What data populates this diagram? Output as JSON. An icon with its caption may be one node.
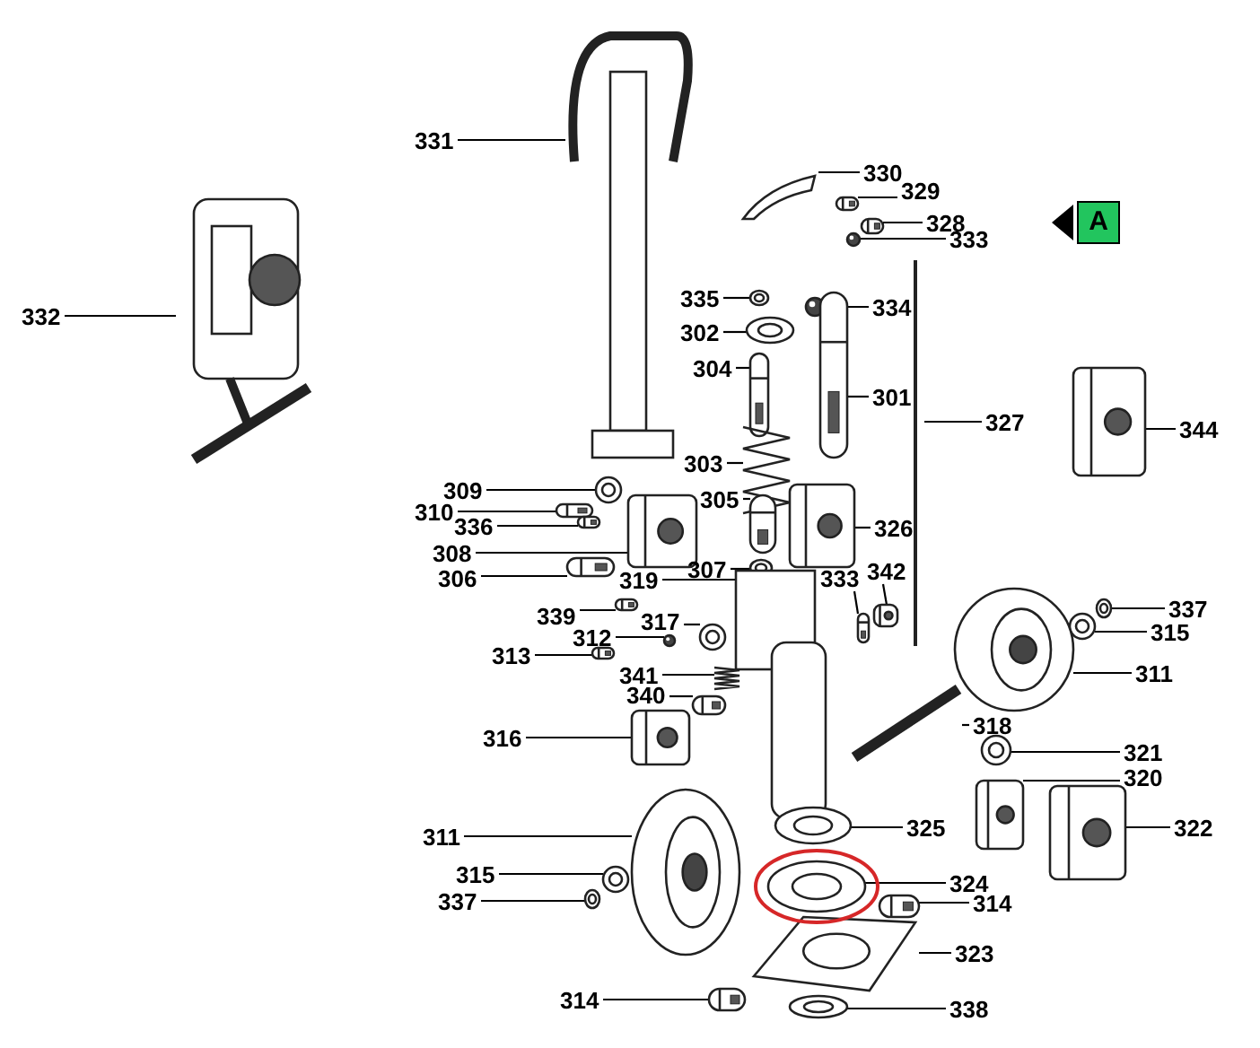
{
  "diagram": {
    "nodes": [
      {
        "text": [
          "331"
        ]
      },
      {
        "text": [],
        "shape": "picture"
      },
      {
        "text": [
          "330"
        ]
      },
      {
        "text": [],
        "shape": "picture"
      },
      {
        "text": [
          "329"
        ]
      },
      {
        "text": [],
        "shape": "picture"
      },
      {
        "text": [
          "328"
        ]
      },
      {
        "text": [],
        "shape": "picture"
      },
      {
        "text": [
          "333"
        ]
      },
      {
        "text": [],
        "shape": "picture"
      },
      {
        "text": [
          "332"
        ]
      },
      {
        "text": [],
        "shape": "picture"
      },
      {
        "text": [
          "335"
        ]
      },
      {
        "text": [],
        "shape": "picture"
      },
      {
        "text": [
          "334"
        ]
      },
      {
        "text": [],
        "shape": "picture"
      },
      {
        "text": [
          "302"
        ]
      },
      {
        "text": [],
        "shape": "picture"
      },
      {
        "text": [
          "304"
        ]
      },
      {
        "text": [],
        "shape": "picture"
      },
      {
        "text": [
          "301"
        ]
      },
      {
        "text": [],
        "shape": "picture"
      },
      {
        "text": [
          "327"
        ]
      },
      {
        "text": [],
        "shape": "picture"
      },
      {
        "text": [
          "344"
        ]
      },
      {
        "text": [],
        "shape": "picture"
      },
      {
        "text": [
          "303"
        ]
      },
      {
        "text": [],
        "shape": "picture"
      },
      {
        "text": [
          "309"
        ]
      },
      {
        "text": [],
        "shape": "picture"
      },
      {
        "text": [
          "310"
        ]
      },
      {
        "text": [],
        "shape": "picture"
      },
      {
        "text": [
          "336"
        ]
      },
      {
        "text": [],
        "shape": "picture"
      },
      {
        "text": [
          "308"
        ]
      },
      {
        "text": [],
        "shape": "picture"
      },
      {
        "text": [
          "305"
        ]
      },
      {
        "text": [],
        "shape": "picture"
      },
      {
        "text": [
          "326"
        ]
      },
      {
        "text": [],
        "shape": "picture"
      },
      {
        "text": [
          "306"
        ]
      },
      {
        "text": [],
        "shape": "picture"
      },
      {
        "text": [
          "307"
        ]
      },
      {
        "text": [],
        "shape": "picture"
      },
      {
        "text": [
          "333"
        ]
      },
      {
        "text": [],
        "shape": "picture"
      },
      {
        "text": [
          "342"
        ]
      },
      {
        "text": [],
        "shape": "picture"
      },
      {
        "text": [
          "337"
        ]
      },
      {
        "text": [],
        "shape": "picture"
      },
      {
        "text": [
          "339"
        ]
      },
      {
        "text": [],
        "shape": "picture"
      },
      {
        "text": [
          "319"
        ]
      },
      {
        "text": [],
        "shape": "picture"
      },
      {
        "text": [
          "317"
        ]
      },
      {
        "text": [],
        "shape": "picture"
      },
      {
        "text": [
          "315"
        ]
      },
      {
        "text": [],
        "shape": "picture"
      },
      {
        "text": [
          "312"
        ]
      },
      {
        "text": [],
        "shape": "picture"
      },
      {
        "text": [
          "313"
        ]
      },
      {
        "text": [],
        "shape": "picture"
      },
      {
        "text": [
          "341"
        ]
      },
      {
        "text": [],
        "shape": "picture"
      },
      {
        "text": [
          "311"
        ]
      },
      {
        "text": [],
        "shape": "picture"
      },
      {
        "text": [
          "340"
        ]
      },
      {
        "text": [],
        "shape": "picture"
      },
      {
        "text": [
          "316"
        ]
      },
      {
        "text": [],
        "shape": "picture"
      },
      {
        "text": [
          "318"
        ]
      },
      {
        "text": [],
        "shape": "picture"
      },
      {
        "text": [
          "321"
        ]
      },
      {
        "text": [],
        "shape": "picture"
      },
      {
        "text": [
          "320"
        ]
      },
      {
        "text": [],
        "shape": "picture"
      },
      {
        "text": [
          "322"
        ]
      },
      {
        "text": [],
        "shape": "picture"
      },
      {
        "text": [
          "325"
        ]
      },
      {
        "text": [],
        "shape": "picture"
      },
      {
        "text": [
          "311"
        ]
      },
      {
        "text": [],
        "shape": "picture"
      },
      {
        "text": [
          "315"
        ]
      },
      {
        "text": [],
        "shape": "picture"
      },
      {
        "text": [
          "337"
        ]
      },
      {
        "text": [],
        "shape": "picture"
      },
      {
        "text": [
          "324"
        ]
      },
      {
        "text": [],
        "shape": "picture"
      },
      {
        "text": [
          "314"
        ]
      },
      {
        "text": [],
        "shape": "picture"
      },
      {
        "text": [
          "323"
        ]
      },
      {
        "text": [],
        "shape": "picture"
      },
      {
        "text": [
          "314"
        ]
      },
      {
        "text": [],
        "shape": "picture"
      },
      {
        "text": [
          "338"
        ]
      },
      {
        "text": [],
        "shape": "picture"
      },
      {
        "text": [
          "A"
        ]
      }
    ],
    "edges": [
      {
        "from": 0,
        "to": 1,
        "arrow": "none"
      },
      {
        "from": 2,
        "to": 3,
        "arrow": "none"
      },
      {
        "from": 4,
        "to": 5,
        "arrow": "none"
      },
      {
        "from": 6,
        "to": 7,
        "arrow": "none"
      },
      {
        "from": 8,
        "to": 9,
        "arrow": "none"
      },
      {
        "from": 10,
        "to": 11,
        "arrow": "none"
      },
      {
        "from": 12,
        "to": 13,
        "arrow": "none"
      },
      {
        "from": 14,
        "to": 15,
        "arrow": "none"
      },
      {
        "from": 16,
        "to": 17,
        "arrow": "none"
      },
      {
        "from": 18,
        "to": 19,
        "arrow": "none"
      },
      {
        "from": 20,
        "to": 21,
        "arrow": "none"
      },
      {
        "from": 22,
        "to": 23,
        "arrow": "none"
      },
      {
        "from": 24,
        "to": 25,
        "arrow": "none"
      },
      {
        "from": 26,
        "to": 27,
        "arrow": "none"
      },
      {
        "from": 28,
        "to": 29,
        "arrow": "none"
      },
      {
        "from": 30,
        "to": 31,
        "arrow": "none"
      },
      {
        "from": 32,
        "to": 33,
        "arrow": "none"
      },
      {
        "from": 34,
        "to": 35,
        "arrow": "none"
      },
      {
        "from": 36,
        "to": 37,
        "arrow": "none"
      },
      {
        "from": 38,
        "to": 39,
        "arrow": "none"
      },
      {
        "from": 40,
        "to": 41,
        "arrow": "none"
      },
      {
        "from": 42,
        "to": 43,
        "arrow": "none"
      },
      {
        "from": 44,
        "to": 45,
        "arrow": "none"
      },
      {
        "from": 46,
        "to": 47,
        "arrow": "none"
      },
      {
        "from": 48,
        "to": 49,
        "arrow": "none"
      },
      {
        "from": 50,
        "to": 51,
        "arrow": "none"
      },
      {
        "from": 52,
        "to": 53,
        "arrow": "none"
      },
      {
        "from": 54,
        "to": 55,
        "arrow": "none"
      },
      {
        "from": 56,
        "to": 57,
        "arrow": "none"
      },
      {
        "from": 58,
        "to": 59,
        "arrow": "none"
      },
      {
        "from": 60,
        "to": 61,
        "arrow": "none"
      },
      {
        "from": 62,
        "to": 63,
        "arrow": "none"
      },
      {
        "from": 64,
        "to": 65,
        "arrow": "none"
      },
      {
        "from": 66,
        "to": 67,
        "arrow": "none"
      },
      {
        "from": 68,
        "to": 69,
        "arrow": "none"
      },
      {
        "from": 70,
        "to": 71,
        "arrow": "none"
      },
      {
        "from": 72,
        "to": 73,
        "arrow": "none"
      },
      {
        "from": 74,
        "to": 75,
        "arrow": "none"
      },
      {
        "from": 76,
        "to": 77,
        "arrow": "none"
      },
      {
        "from": 78,
        "to": 79,
        "arrow": "none"
      },
      {
        "from": 80,
        "to": 81,
        "arrow": "none"
      },
      {
        "from": 82,
        "to": 83,
        "arrow": "none"
      },
      {
        "from": 84,
        "to": 85,
        "arrow": "none"
      },
      {
        "from": 86,
        "to": 87,
        "arrow": "none"
      },
      {
        "from": 88,
        "to": 89,
        "arrow": "none"
      },
      {
        "from": 90,
        "to": 91,
        "arrow": "none"
      },
      {
        "from": 92,
        "to": 93,
        "arrow": "none"
      },
      {
        "from": 94,
        "to": 95,
        "arrow": "none"
      }
    ]
  }
}
